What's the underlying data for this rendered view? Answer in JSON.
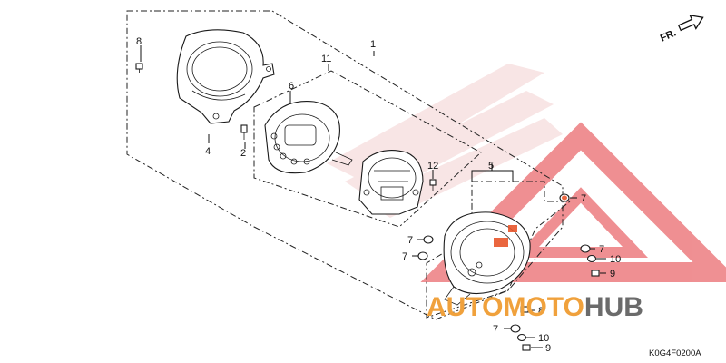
{
  "diagram": {
    "catalog_code": "K0G4F0200A",
    "direction_label": "FR.",
    "callouts": [
      "1",
      "2",
      "4",
      "5",
      "6",
      "7",
      "8",
      "9",
      "10",
      "11",
      "12"
    ],
    "watermark": {
      "word_part1": "AUTO",
      "word_part2": "MOTO",
      "word_part3": "HUB",
      "colors": {
        "orange": "#f0a13c",
        "gray": "#6b6b6b",
        "red": "#e2343a"
      }
    }
  }
}
